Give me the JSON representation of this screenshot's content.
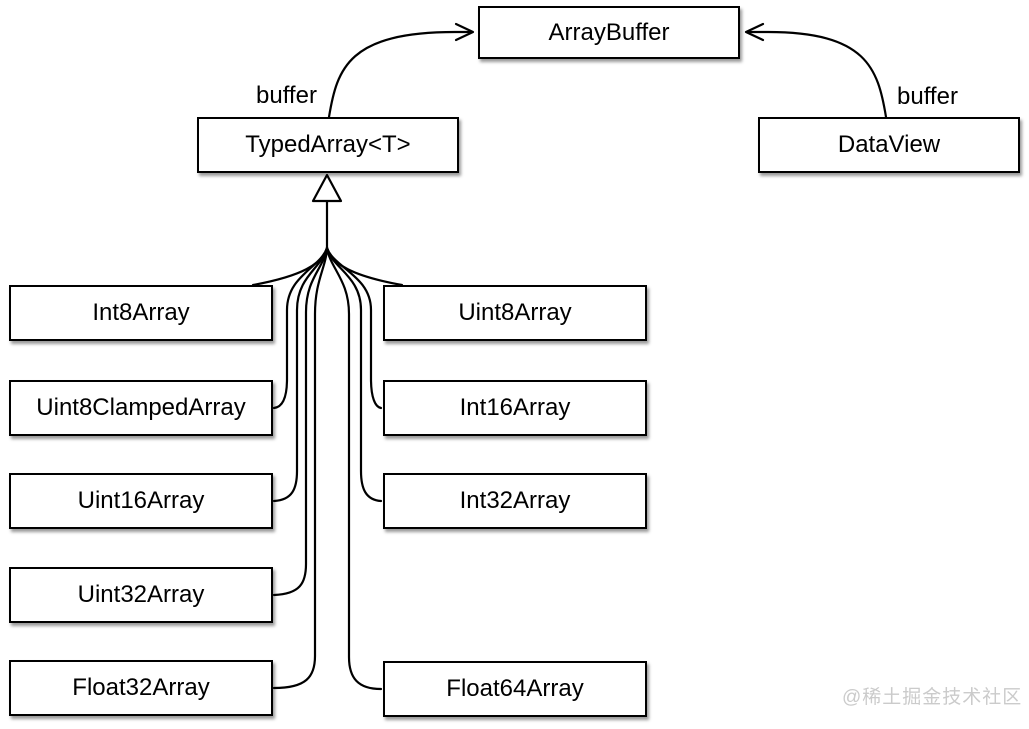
{
  "diagram": {
    "title_hint": "JavaScript typed array class diagram",
    "array_buffer_label": "ArrayBuffer",
    "typed_array_label": "TypedArray<T>",
    "data_view_label": "DataView",
    "buffer_label_left": "buffer",
    "buffer_label_right": "buffer",
    "subtypes_left": [
      "Int8Array",
      "Uint8ClampedArray",
      "Uint16Array",
      "Uint32Array",
      "Float32Array"
    ],
    "subtypes_right": [
      "Uint8Array",
      "Int16Array",
      "Int32Array",
      "Float64Array"
    ],
    "relations": [
      "TypedArray<T> --buffer--> ArrayBuffer",
      "DataView --buffer--> ArrayBuffer",
      "All typed array subclasses inherit from TypedArray<T>"
    ]
  },
  "watermark": "@稀土掘金技术社区",
  "colors": {
    "line": "#000000",
    "box_background": "#ffffff",
    "box_border": "#000000",
    "watermark": "#cbcbcb"
  }
}
